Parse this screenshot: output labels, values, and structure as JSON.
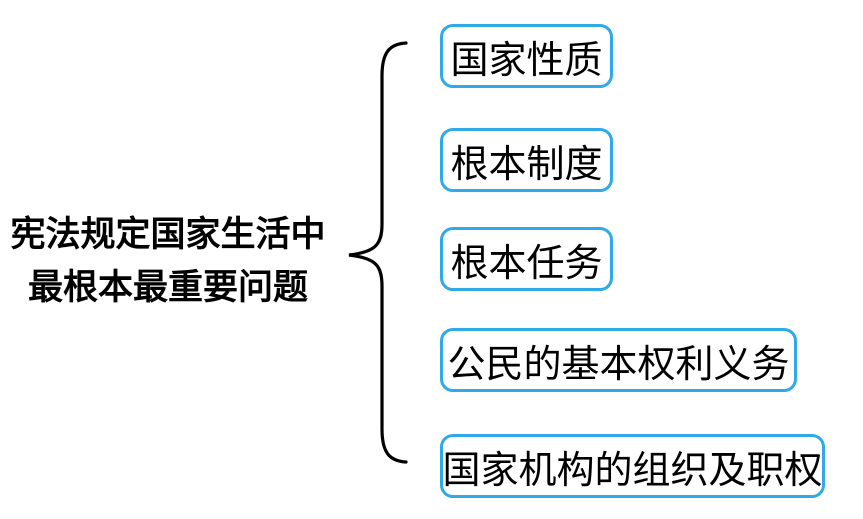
{
  "diagram": {
    "root": {
      "line1": "宪法规定国家生活中",
      "line2": "最根本最重要问题"
    },
    "branches": [
      {
        "label": "国家性质"
      },
      {
        "label": "根本制度"
      },
      {
        "label": "根本任务"
      },
      {
        "label": "公民的基本权利义务"
      },
      {
        "label": "国家机构的组织及职权"
      }
    ],
    "colors": {
      "box_border": "#2FA9E8",
      "text": "#000000",
      "brace": "#000000",
      "background": "#FFFFFF"
    }
  }
}
